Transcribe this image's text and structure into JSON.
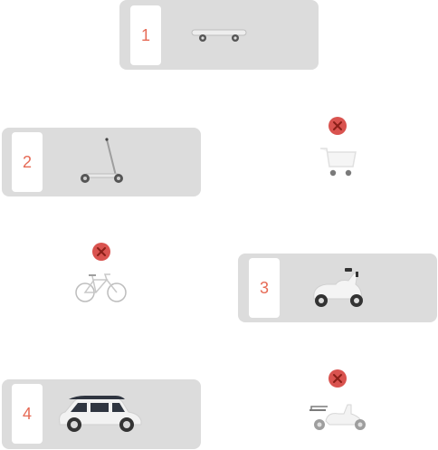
{
  "colors": {
    "accent": "#e66a55",
    "card_bg": "#dcdcdc",
    "x_badge": "#d9534f"
  },
  "items": [
    {
      "number": "1",
      "vehicle_icon": "skateboard-icon",
      "status": "selected"
    },
    {
      "number": "2",
      "vehicle_icon": "kick-scooter-icon",
      "status": "selected"
    },
    {
      "number": "3",
      "vehicle_icon": "motor-scooter-icon",
      "status": "selected"
    },
    {
      "number": "4",
      "vehicle_icon": "car-icon",
      "status": "selected"
    }
  ],
  "excluded": [
    {
      "vehicle_icon": "shopping-cart-icon",
      "status": "excluded"
    },
    {
      "vehicle_icon": "bicycle-icon",
      "status": "excluded"
    },
    {
      "vehicle_icon": "moped-icon",
      "status": "excluded"
    }
  ]
}
